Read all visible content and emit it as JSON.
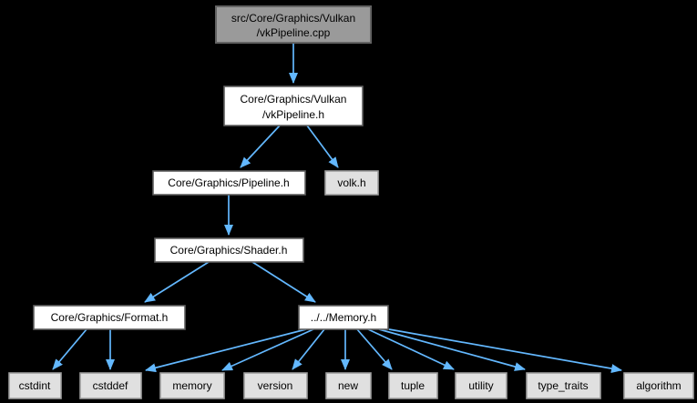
{
  "graph": {
    "type": "include-dependency-graph",
    "colors": {
      "background": "#000000",
      "edge": "#63b8ff",
      "focus_node_fill": "#9a9a9a",
      "focus_node_border": "#636363",
      "internal_node_fill": "#ffffff",
      "internal_node_border": "#5f5f5f",
      "external_node_fill": "#e0e0e0",
      "external_node_border": "#9e9e9e",
      "text": "#000000"
    },
    "nodes": {
      "vkpipeline_cpp": {
        "line1": "src/Core/Graphics/Vulkan",
        "line2": "/vkPipeline.cpp"
      },
      "vkpipeline_h": {
        "line1": "Core/Graphics/Vulkan",
        "line2": "/vkPipeline.h"
      },
      "pipeline_h": {
        "label": "Core/Graphics/Pipeline.h"
      },
      "volk_h": {
        "label": "volk.h"
      },
      "shader_h": {
        "label": "Core/Graphics/Shader.h"
      },
      "format_h": {
        "label": "Core/Graphics/Format.h"
      },
      "memory_h": {
        "label": "../../Memory.h"
      },
      "cstdint": {
        "label": "cstdint"
      },
      "cstddef": {
        "label": "cstddef"
      },
      "memory": {
        "label": "memory"
      },
      "version": {
        "label": "version"
      },
      "new": {
        "label": "new"
      },
      "tuple": {
        "label": "tuple"
      },
      "utility": {
        "label": "utility"
      },
      "type_traits": {
        "label": "type_traits"
      },
      "algorithm": {
        "label": "algorithm"
      }
    },
    "edges": [
      {
        "from": "vkpipeline_cpp",
        "to": "vkpipeline_h"
      },
      {
        "from": "vkpipeline_h",
        "to": "pipeline_h"
      },
      {
        "from": "vkpipeline_h",
        "to": "volk_h"
      },
      {
        "from": "pipeline_h",
        "to": "shader_h"
      },
      {
        "from": "shader_h",
        "to": "format_h"
      },
      {
        "from": "shader_h",
        "to": "memory_h"
      },
      {
        "from": "format_h",
        "to": "cstdint"
      },
      {
        "from": "format_h",
        "to": "cstddef"
      },
      {
        "from": "memory_h",
        "to": "cstddef"
      },
      {
        "from": "memory_h",
        "to": "memory"
      },
      {
        "from": "memory_h",
        "to": "version"
      },
      {
        "from": "memory_h",
        "to": "new"
      },
      {
        "from": "memory_h",
        "to": "tuple"
      },
      {
        "from": "memory_h",
        "to": "utility"
      },
      {
        "from": "memory_h",
        "to": "type_traits"
      },
      {
        "from": "memory_h",
        "to": "algorithm"
      }
    ]
  }
}
